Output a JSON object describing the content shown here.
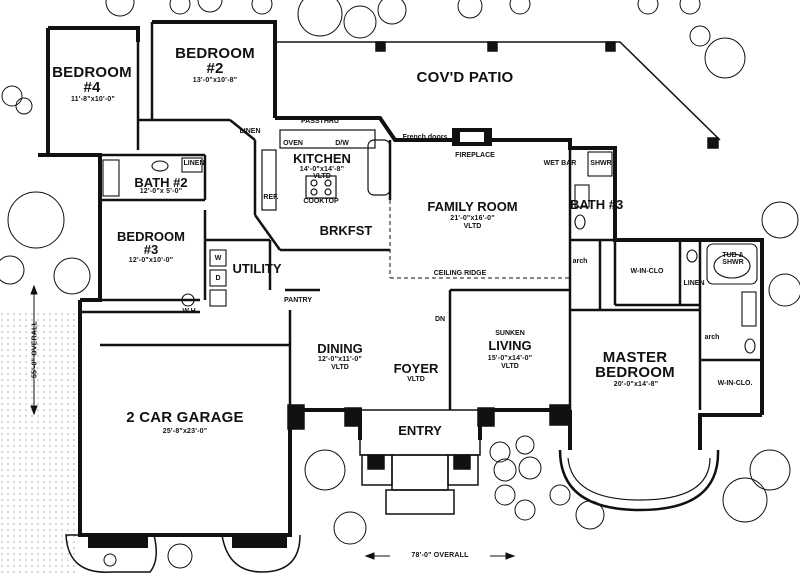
{
  "rooms": {
    "bedroom4": {
      "name_line1": "BEDROOM",
      "name_line2": "#4",
      "size": "11'-8\"x10'-0\""
    },
    "bedroom2": {
      "name_line1": "BEDROOM",
      "name_line2": "#2",
      "size": "13'-0\"x10'-8\""
    },
    "covd_patio": {
      "name": "COV'D PATIO"
    },
    "kitchen": {
      "name": "KITCHEN",
      "size": "14'-0\"x14'-8\"",
      "note": "VLTD"
    },
    "bath2": {
      "name": "BATH #2",
      "size": "12'-0\"x 5'-0\""
    },
    "bedroom3": {
      "name_line1": "BEDROOM",
      "name_line2": "#3",
      "size": "12'-0\"x10'-0\""
    },
    "family_room": {
      "name": "FAMILY ROOM",
      "size": "21'-0\"x16'-0\"",
      "note": "VLTD"
    },
    "brkfst": {
      "name": "BRKFST"
    },
    "utility": {
      "name": "UTILITY"
    },
    "dining": {
      "name": "DINING",
      "size": "12'-0\"x11'-0\"",
      "note": "VLTD"
    },
    "foyer": {
      "name": "FOYER",
      "note": "VLTD"
    },
    "sunken_living": {
      "name_line1": "SUNKEN",
      "name_line2": "LIVING",
      "size": "15'-0\"x14'-0\"",
      "note": "VLTD"
    },
    "master_bedroom": {
      "name_line1": "MASTER",
      "name_line2": "BEDROOM",
      "size": "20'-0\"x14'-8\""
    },
    "garage": {
      "name": "2 CAR GARAGE",
      "size": "25'-8\"x23'-0\""
    },
    "entry": {
      "name": "ENTRY"
    },
    "bath3": {
      "name": "BATH #3"
    }
  },
  "fixtures": {
    "linen_top": "LINEN",
    "linen_bath2": "LINEN",
    "linen_master": "LINEN",
    "passthru": "PASSTHRU",
    "oven": "OVEN",
    "dw": "D/W",
    "ref": "REF.",
    "cooktop": "COOKTOP",
    "french_doors": "French doors",
    "fireplace": "FIREPLACE",
    "wet_bar": "WET BAR",
    "shwr": "SHWR",
    "ceiling_ridge": "CEILING RIDGE",
    "pantry": "PANTRY",
    "wh": "W.H.",
    "dn": "DN",
    "w_in_clo_1": "W-IN-CLO",
    "w_in_clo_2": "W-IN-CLO.",
    "tub_shwr_1": "TUB &",
    "tub_shwr_2": "SHWR",
    "arch_1": "arch",
    "arch_2": "arch",
    "washer": "W",
    "dryer": "D"
  },
  "dimensions": {
    "overall_depth": "55'-0\" OVERALL",
    "overall_width": "78'-0\" OVERALL"
  }
}
